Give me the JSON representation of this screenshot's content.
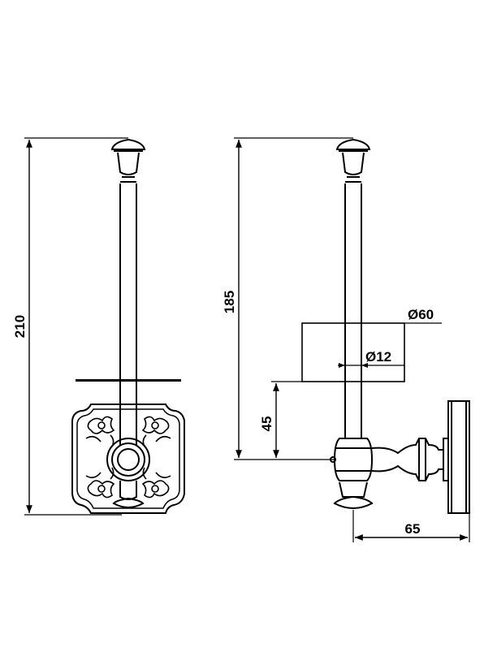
{
  "dimensions": {
    "total_height": "210",
    "rod_height": "185",
    "roll_diameter": "Ø60",
    "rod_diameter": "Ø12",
    "mount_height": "45",
    "projection": "65"
  },
  "colors": {
    "line": "#000000",
    "background": "#ffffff"
  }
}
